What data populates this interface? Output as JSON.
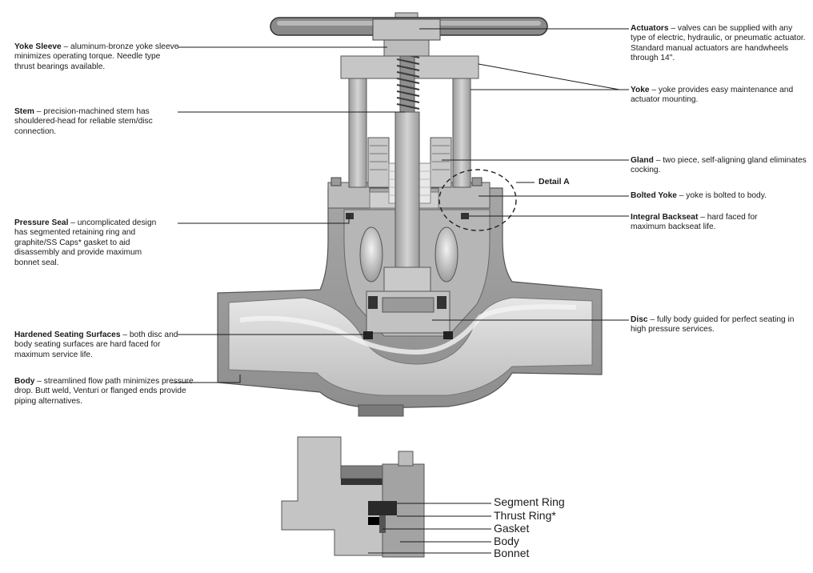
{
  "callouts": [
    {
      "key": "yoke_sleeve",
      "title": "Yoke Sleeve",
      "text": "aluminum-bronze yoke sleeve minimizes operating torque. Needle type thrust bearings available."
    },
    {
      "key": "stem",
      "title": "Stem",
      "text": "precision-machined stem has shouldered-head for reliable stem/disc connection."
    },
    {
      "key": "pressure_seal",
      "title": "Pressure Seal",
      "text": "uncomplicated design has segmented retaining ring and graphite/SS Caps* gasket to aid disassembly and provide maximum bonnet seal."
    },
    {
      "key": "hardened_seating",
      "title": "Hardened Seating Surfaces",
      "text": "both disc and body seating surfaces are hard faced for maximum service life."
    },
    {
      "key": "body",
      "title": "Body",
      "text": "streamlined flow path minimizes pressure drop. Butt weld, Venturi or flanged ends provide piping alternatives."
    },
    {
      "key": "actuators",
      "title": "Actuators",
      "text": "valves can be supplied with any type of electric, hydraulic, or pneumatic actuator. Standard manual actuators are handwheels through 14\"."
    },
    {
      "key": "yoke",
      "title": "Yoke",
      "text": "yoke provides easy maintenance and actuator mounting."
    },
    {
      "key": "gland",
      "title": "Gland",
      "text": "two piece, self-aligning gland eliminates cocking."
    },
    {
      "key": "bolted_yoke",
      "title": "Bolted Yoke",
      "text": "yoke is bolted to body."
    },
    {
      "key": "integral_backseat",
      "title": "Integral Backseat",
      "text": "hard faced for maximum backseat life."
    },
    {
      "key": "disc",
      "title": "Disc",
      "text": "fully body guided for perfect seating in high pressure services."
    }
  ],
  "detail_label": "Detail A",
  "detail_legend": [
    "Segment Ring",
    "Thrust Ring*",
    "Gasket",
    "Body",
    "Bonnet"
  ],
  "colors": {
    "metal_light": "#c4c4c4",
    "metal_mid": "#a8a8a8",
    "metal_dark": "#8a8a8a",
    "outline": "#444444",
    "hatch": "#d8d8d8"
  }
}
